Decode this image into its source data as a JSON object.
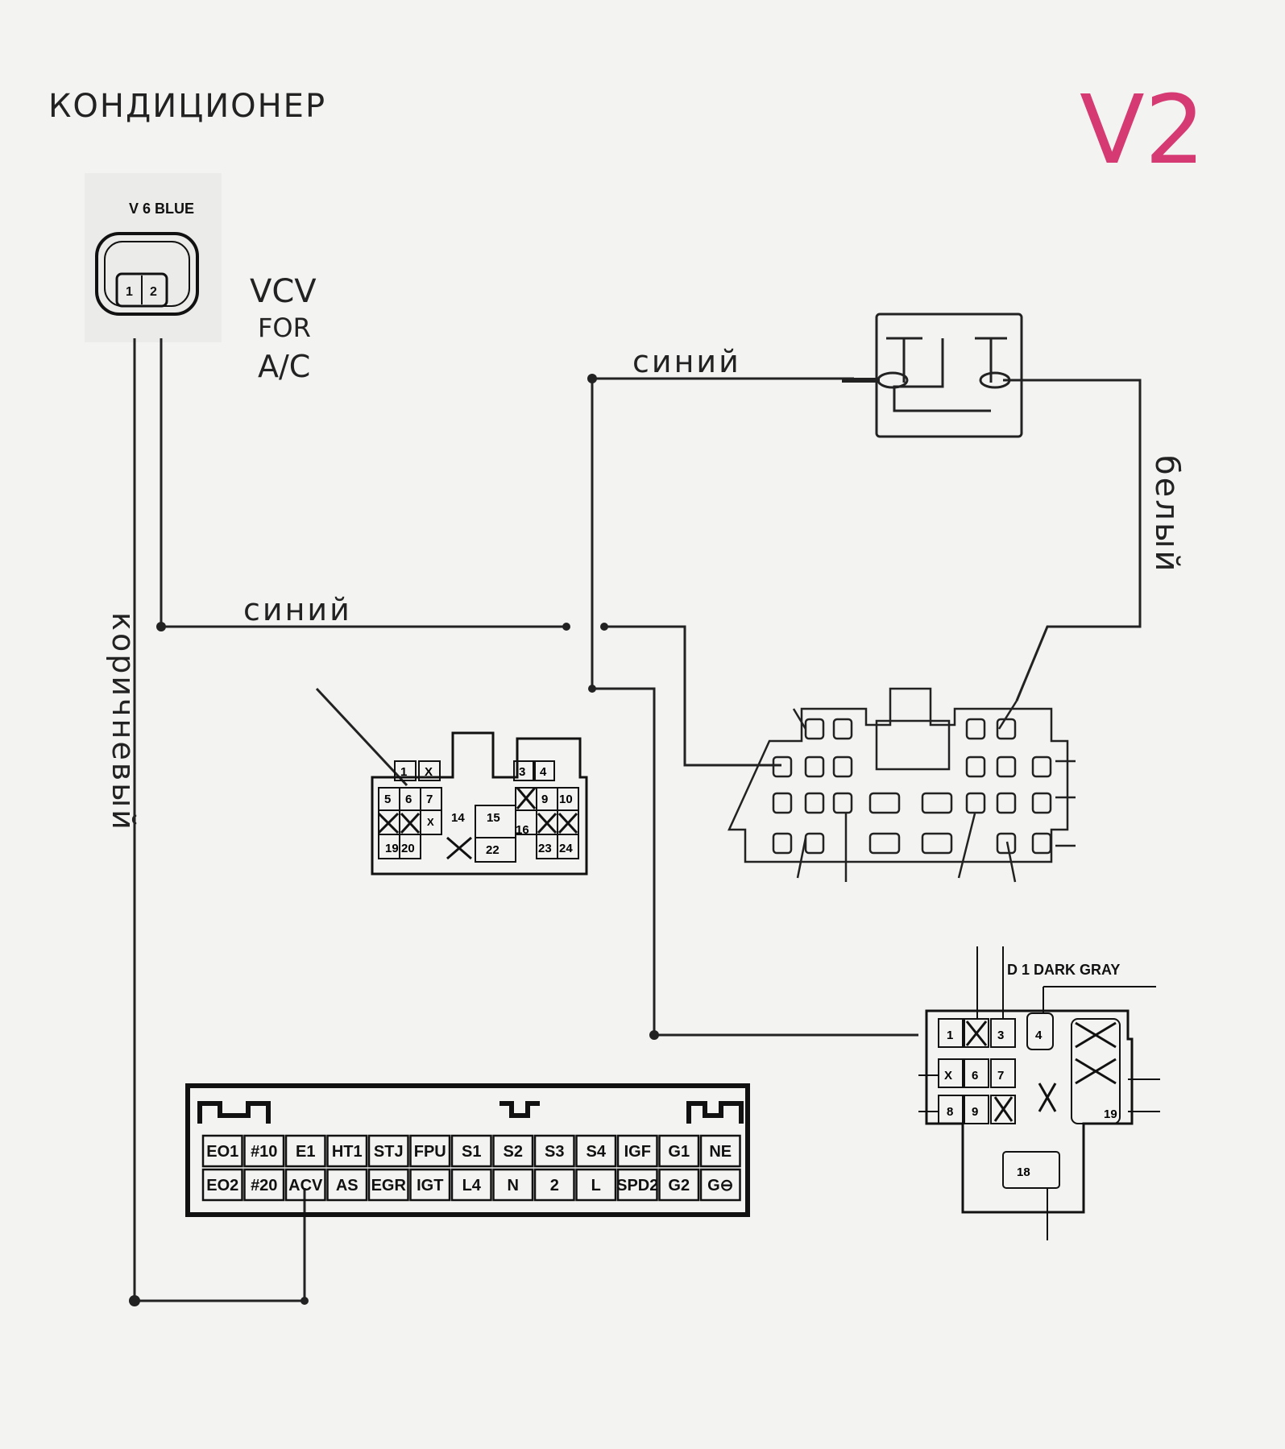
{
  "title": "КОНДИЦИОНЕР",
  "version": "V2",
  "version_color": "#d63a73",
  "wire_color": "#222222",
  "connector_v6": {
    "label": "V 6 BLUE",
    "pins": [
      "1",
      "2"
    ]
  },
  "vcv_note": [
    "VCV",
    "FOR",
    "A/C"
  ],
  "wire_labels": {
    "blue_top": "синий",
    "blue_mid": "синий",
    "white": "белый",
    "brown": "коричневый"
  },
  "left_connector": {
    "pins": [
      "1",
      "X",
      "3",
      "4",
      "5",
      "6",
      "7",
      "9",
      "10",
      "X",
      "14",
      "15",
      "16",
      "19",
      "20",
      "22",
      "23",
      "24"
    ]
  },
  "d1_connector": {
    "label": "D 1 DARK GRAY",
    "pins": [
      "1",
      "3",
      "4",
      "X",
      "6",
      "7",
      "8",
      "9",
      "19",
      "18"
    ]
  },
  "ecu": {
    "row1": [
      "EO1",
      "#10",
      "E1",
      "HT1",
      "STJ",
      "FPU",
      "S1",
      "S2",
      "S3",
      "S4",
      "IGF",
      "G1",
      "NE"
    ],
    "row2": [
      "EO2",
      "#20",
      "ACV",
      "AS",
      "EGR",
      "IGT",
      "L4",
      "N",
      "2",
      "L",
      "SPD2",
      "G2",
      "G⊖"
    ]
  }
}
